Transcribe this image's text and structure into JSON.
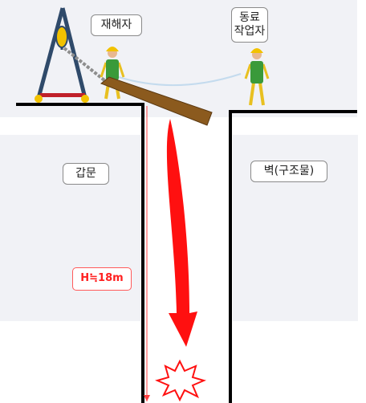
{
  "labels": {
    "victim": "재해자",
    "coworker": "동료\n작업자",
    "gate": "갑문",
    "wall": "벽(구조물)",
    "height": "H≒18m"
  },
  "colors": {
    "fall_arrow": "#ff1010",
    "height_text": "#ff2020",
    "plank": "#8b5a1e",
    "crane_frame": "#2f4a6a",
    "crane_base": "#c0202a",
    "vest": "#3a9a3a",
    "helmet": "#f2c200",
    "rope": "#c4dbee",
    "panel": "#f1f2f6"
  }
}
